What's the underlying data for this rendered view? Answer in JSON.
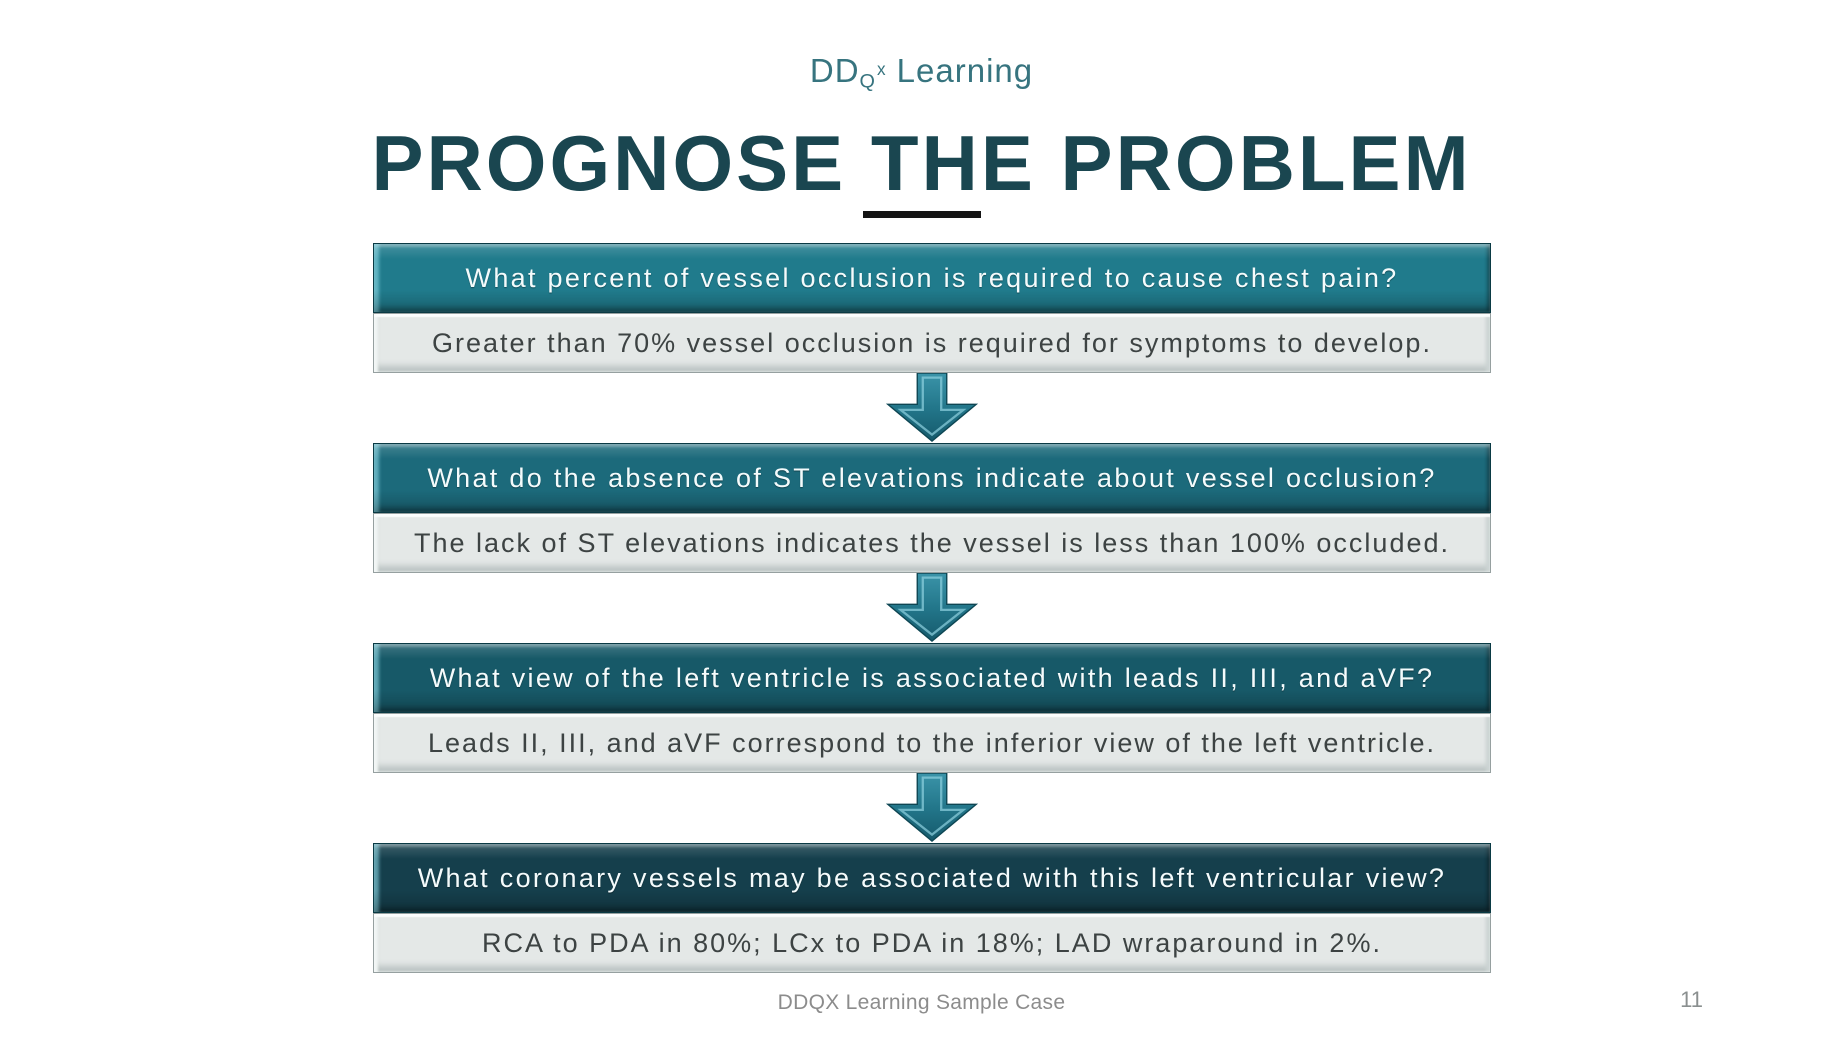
{
  "logo": {
    "dd": "DD",
    "sub": "Q",
    "sup": "x",
    "rest": " Learning",
    "color": "#37747f"
  },
  "title": {
    "text": "PROGNOSE THE PROBLEM",
    "color": "#1a4650",
    "underline_color": "#141414"
  },
  "qa_blocks": [
    {
      "question": "What percent of vessel occlusion is required to cause chest pain?",
      "answer": "Greater than 70% vessel occlusion is required for symptoms to develop.",
      "question_bg": "#207b8c"
    },
    {
      "question": "What do the absence of ST elevations indicate about vessel occlusion?",
      "answer": "The lack of ST elevations indicates the vessel is less than 100% occluded.",
      "question_bg": "#1c6a7b"
    },
    {
      "question": "What view of the left ventricle is associated with leads II, III, and aVF?",
      "answer": "Leads II, III, and aVF correspond to the inferior view of the left ventricle.",
      "question_bg": "#175968"
    },
    {
      "question": "What coronary vessels may be associated with this left ventricular view?",
      "answer": "RCA to PDA in 80%; LCx to PDA in 18%; LAD wraparound in 2%.",
      "question_bg": "#153f4c"
    }
  ],
  "icons": {
    "down_arrow": "down-arrow-3d"
  },
  "colors": {
    "answer_bg": "#e4e8e7",
    "answer_text": "#3d4343",
    "question_text": "#f4fbfc",
    "arrow_fill_top": "#3b94a9",
    "arrow_fill_bottom": "#15596b",
    "arrow_outline": "#0e4653",
    "arrow_bevel_highlight": "#8fd2df"
  },
  "footer": {
    "caption": "DDQX Learning Sample Case",
    "page_number": "11"
  }
}
